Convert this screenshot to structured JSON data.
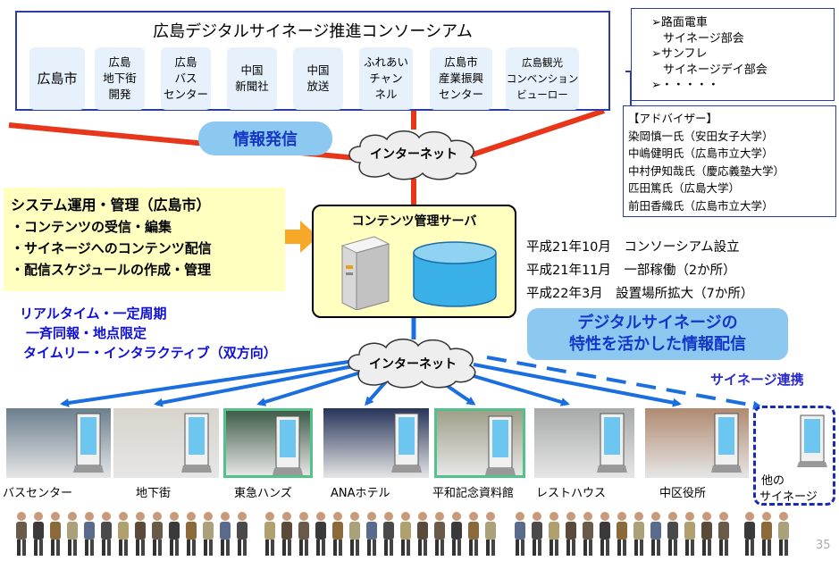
{
  "consortium": {
    "title": "広島デジタルサイネージ推進コンソーシアム",
    "members": [
      "広島市",
      "広島\n地下街\n開発",
      "広島\nバス\nセンター",
      "中国\n新聞社",
      "中国\n放送",
      "ふれあい\nチャン\nネル",
      "広島市\n産業振興\nセンター",
      "広島観光\nコンベンション\nビューロー"
    ]
  },
  "subgroups": {
    "items": [
      "➢路面電車",
      "　サイネージ部会",
      "➢サンフレ",
      "　サイネージデイ部会",
      "➢・・・・・"
    ]
  },
  "advisors": {
    "header": "【アドバイザー】",
    "names": [
      "染岡慎一氏（安田女子大学）",
      "中嶋健明氏（広島市立大学）",
      "中村伊知哉氏（慶応義塾大学）",
      "匹田篤氏（広島大学）",
      "前田香織氏（広島市立大学）"
    ]
  },
  "info_send": "情報発信",
  "internet_top": "インターネット",
  "internet_bottom": "インターネット",
  "system_ops": {
    "title": "システム運用・管理（広島市）",
    "items": [
      "・コンテンツの受信・編集",
      "・サイネージへのコンテンツ配信",
      "・配信スケジュールの作成・管理"
    ]
  },
  "server": {
    "title": "コンテンツ管理サーバ"
  },
  "timeline": [
    "平成21年10月　コンソーシアム設立",
    "平成21年11月　一部稼働（2か所）",
    "平成22年3月　設置場所拡大（7か所）"
  ],
  "features": [
    "リアルタイム・一定周期",
    "一斉同報・地点限定",
    "タイムリー・インタラクティブ（双方向）"
  ],
  "digital_signage_callout": [
    "デジタルサイネージの",
    "特性を活かした情報配信"
  ],
  "signage_link": "サイネージ連携",
  "locations": [
    "バスセンター",
    "地下街",
    "東急ハンズ",
    "ANAホテル",
    "平和記念資料館",
    "レストハウス",
    "中区役所"
  ],
  "other_signage": [
    "他の",
    "サイネージ"
  ],
  "page_number": "35",
  "colors": {
    "accent_blue": "#0f0fd8",
    "frame_blue": "#2a3ca8",
    "red_line": "#e8361a",
    "yellow_box": "#ffffc0",
    "callout": "#8cc8f0"
  }
}
